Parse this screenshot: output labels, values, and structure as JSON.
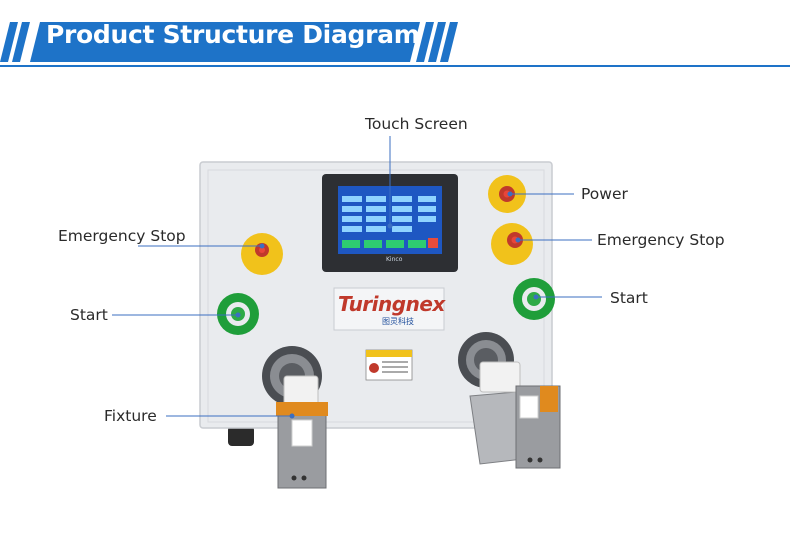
{
  "header": {
    "title": "Product Structure Diagram",
    "banner_color": "#1e73c8"
  },
  "machine": {
    "brand": "Turingnex",
    "brand_sub": "图灵科技",
    "screen_brand": "Kinco"
  },
  "callouts": {
    "touch_screen": "Touch Screen",
    "power": "Power",
    "emergency_stop_left": "Emergency Stop",
    "emergency_stop_right": "Emergency Stop",
    "start_left": "Start",
    "start_right": "Start",
    "fixture": "Fixture"
  },
  "colors": {
    "leader_line": "#3b6fc2",
    "machine_body": "#e9ebee",
    "estop_yellow": "#f1c21b",
    "start_green": "#1f9e3a"
  }
}
